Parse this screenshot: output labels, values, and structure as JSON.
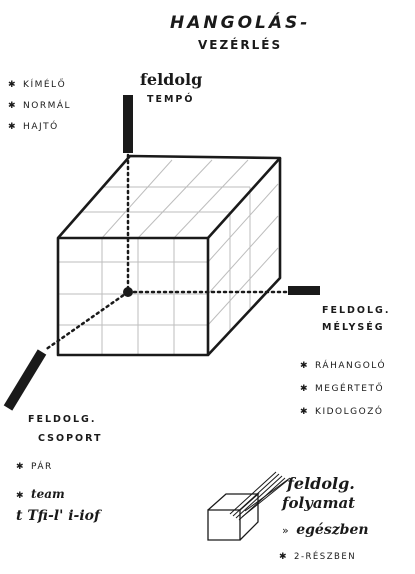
{
  "title": {
    "line1": "HANGOLÁS-",
    "line2": "VEZÉRLÉS"
  },
  "axes": {
    "vertical": {
      "line1": "feldolg",
      "line2": "TEMPÓ"
    },
    "right": {
      "line1": "FELDOLG.",
      "line2": "MÉLYSÉG"
    },
    "left": {
      "line1": "FELDOLG.",
      "line2": "CSOPORT"
    }
  },
  "tempo_items": [
    "KÍMÉLŐ",
    "NORMÁL",
    "HAJTÓ"
  ],
  "depth_items": [
    "RÁHANGOLÓ",
    "MEGÉRTETŐ",
    "KIDOLGOZÓ"
  ],
  "group_items": [
    "PÁR",
    "team",
    "t Tfi-l' i-iof"
  ],
  "legend": {
    "line1": "feldolg.",
    "line2": "folyamat",
    "line3": "egészben",
    "line4": "2-RÉSZBEN"
  },
  "colors": {
    "ink": "#1a1a1a",
    "background": "#ffffff"
  }
}
